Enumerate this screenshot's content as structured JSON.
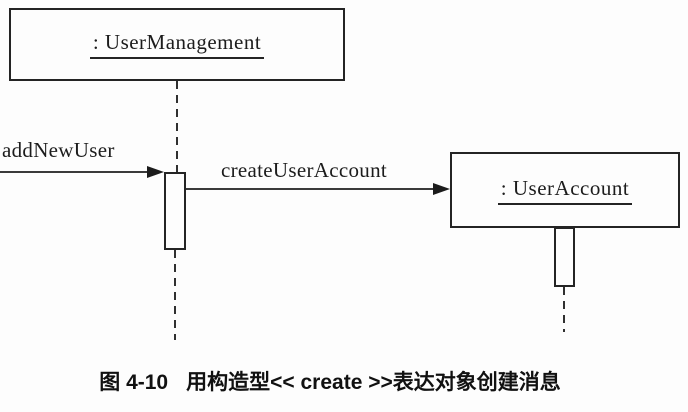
{
  "diagram": {
    "type": "uml-sequence-diagram",
    "objects": [
      {
        "name": ": UserManagement"
      },
      {
        "name": ": UserAccount"
      }
    ],
    "messages": [
      {
        "label": "addNewUser",
        "from": "external",
        "to": ": UserManagement"
      },
      {
        "label": "createUserAccount",
        "from": ": UserManagement",
        "to": ": UserAccount"
      }
    ]
  },
  "caption": {
    "figure_label": "图 4-10",
    "title": "用构造型<< create >>表达对象创建消息"
  }
}
